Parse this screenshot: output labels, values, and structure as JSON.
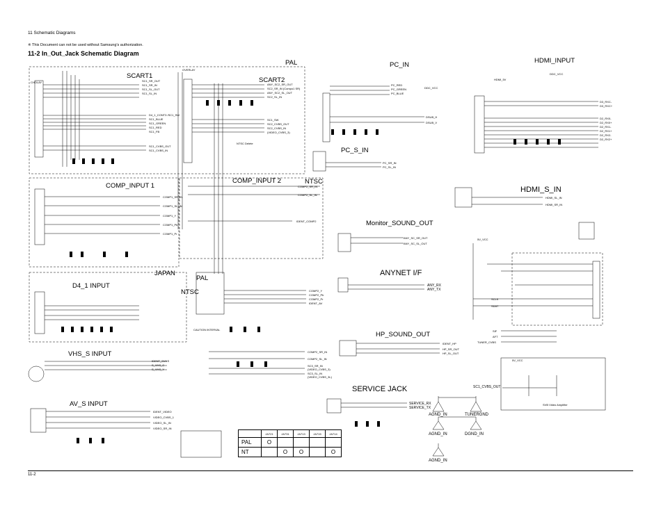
{
  "page": {
    "header_line1": "11 Schematic Diagrams",
    "header_line2": "※ This Document can not be used without Samsung’s authorization.",
    "title": "11-2 In_Out_Jack Schematic Diagram",
    "footer": "11-2"
  },
  "sections": {
    "pal": "PAL",
    "scart1": "SCART1",
    "scart2": "SCART2",
    "pc_in": "PC_IN",
    "hdmi_input": "HDMI_INPUT",
    "pc_s_in": "PC_S_IN",
    "hdmi_s_in": "HDMI_S_IN",
    "comp_input1": "COMP_INPUT 1",
    "comp_input2": "COMP_INPUT 2",
    "ntsc": "NTSC",
    "monitor_sound_out": "Monitor_SOUND_OUT",
    "japan": "JAPAN",
    "d4_1_input": "D4_1 INPUT",
    "anynet": "ANYNET I/F",
    "pal2": "PAL",
    "ntsc2": "NTSC",
    "hp_sound_out": "HP_SOUND_OUT",
    "vhs_s_input": "VHS_S INPUT",
    "service_jack": "SERVICE JACK",
    "av_s_input": "AV_S INPUT"
  },
  "nets": {
    "scart1": [
      "SC1_SR_OUT",
      "SC1_SR_IN",
      "SC1_SL_OUT",
      "SC1_SL_IN"
    ],
    "scart1_rgb": [
      "D4_1_CONT3 /SC1_SW",
      "SC1_BLUE",
      "SC1_GREEN",
      "SC1_RED",
      "SC1_FB"
    ],
    "scart1_cvbs": [
      "SC1_CVBS_OUT",
      "SC1_CVBS_IN"
    ],
    "scart2": [
      "ANY_SC2_SR_OUT",
      "SC2_SR_IN (Compo1 SR)",
      "ANY_SC2_SL_OUT",
      "SC2_SL_IN"
    ],
    "scart2_sw": [
      "SC1_SW",
      "SC2_CVBS_OUT",
      "SC2_CVBS_IN",
      "(VIDEO_CVBS_3)"
    ],
    "pc": [
      "PC_RED",
      "PC_GREEN",
      "PC_BLUE",
      "DDC_VCC",
      "DSUB_H",
      "DSUB_V"
    ],
    "pc_s": [
      "PC_SR_IN",
      "PC_SL_IN"
    ],
    "hdmi_s": [
      "HDMI_SL_IN",
      "HDMI_SR_IN"
    ],
    "comp1": [
      "COMP1_SR_IN",
      "COMP1_SL_IN",
      "COMP1_Y",
      "COMP1_Pb",
      "COMP1_Pr"
    ],
    "comp2": [
      "COMP2_SR_IN",
      "COMP2_SL_IN",
      "IDENT_COMP2"
    ],
    "monitor_out": [
      "ANY_SC_SR_OUT",
      "ANY_SC_SL_OUT"
    ],
    "anynet": [
      "ANY_RX",
      "ANY_TX"
    ],
    "d4": [
      "COMP2_Y",
      "COMP2_Pb",
      "COMP2_Pr",
      "IDENT_AV"
    ],
    "hp": [
      "IDENT_HP",
      "HP_SR_OUT",
      "HP_SL_OUT"
    ],
    "comp2_sr": [
      "COMP2_SR_IN",
      "COMP2_SL_IN",
      "SC3_SR_IN",
      "(VIDEO_CVBS_3)",
      "SC3_SL_IN",
      "(VIDEO_CVBS_3L)"
    ],
    "vhs": [
      "IDENT_SVHS",
      "S_VHS_C",
      "S_VHS_Y"
    ],
    "service": [
      "SERVICE_RX",
      "SERVICE_TX"
    ],
    "av": [
      "IDENT_VIDEO",
      "VIDEO_CVBS_1",
      "VIDEO_SL_IN",
      "VIDEO_SR_IN"
    ],
    "hdmi": [
      "HDMI_5V",
      "DDC_VCC",
      "D3_RXC-",
      "D3_RXC+",
      "D2_RX0-",
      "D2_RX0+",
      "D2_RX1-",
      "D2_RX1+",
      "D2_RX2-",
      "D2_RX2+"
    ],
    "misc": [
      "SCLK",
      "SDAT",
      "5V_VCC",
      "5V_VCC",
      "SC1_CVBS_OUT",
      "SIF",
      "AFT",
      "TUNER_CVBS",
      "NTSC Delete",
      "CAUTION INTERVAL",
      "SVB Video Amplifier",
      "OVERLAY",
      "CHOLAY"
    ]
  },
  "grounds": [
    "AGND_IN",
    "TUNERGND",
    "AGND_IN",
    "DGND_IN",
    "AGND_IN"
  ],
  "jack_table": {
    "headers": [
      "JA721",
      "JA731",
      "JA713",
      "JA715",
      "JA714"
    ],
    "rows": [
      {
        "label": "PAL",
        "cells": [
          "O",
          "",
          "",
          "",
          ""
        ]
      },
      {
        "label": "NT",
        "cells": [
          "",
          "O",
          "O",
          "",
          "O"
        ]
      }
    ]
  }
}
